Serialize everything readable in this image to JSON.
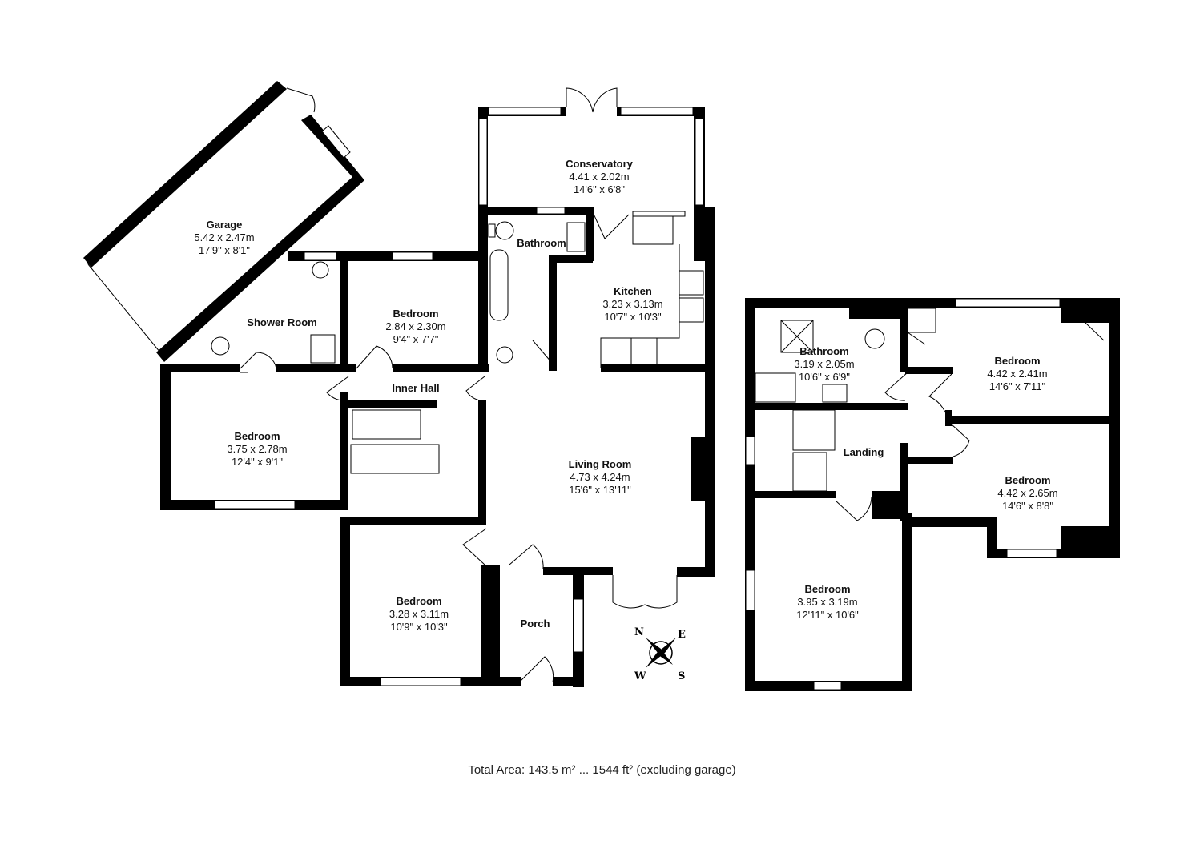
{
  "rooms": {
    "garage": {
      "name": "Garage",
      "metric": "5.42 x 2.47m",
      "imperial": "17'9\" x 8'1\""
    },
    "conservatory": {
      "name": "Conservatory",
      "metric": "4.41 x 2.02m",
      "imperial": "14'6\" x 6'8\""
    },
    "bathroom_ground": {
      "name": "Bathroom"
    },
    "shower_room": {
      "name": "Shower Room"
    },
    "bedroom_small": {
      "name": "Bedroom",
      "metric": "2.84 x 2.30m",
      "imperial": "9'4\" x 7'7\""
    },
    "kitchen": {
      "name": "Kitchen",
      "metric": "3.23 x 3.13m",
      "imperial": "10'7\" x 10'3\""
    },
    "inner_hall": {
      "name": "Inner Hall"
    },
    "bedroom_left": {
      "name": "Bedroom",
      "metric": "3.75 x 2.78m",
      "imperial": "12'4\" x 9'1\""
    },
    "living_room": {
      "name": "Living Room",
      "metric": "4.73 x 4.24m",
      "imperial": "15'6\" x 13'11\""
    },
    "bedroom_front": {
      "name": "Bedroom",
      "metric": "3.28 x 3.11m",
      "imperial": "10'9\" x 10'3\""
    },
    "porch": {
      "name": "Porch"
    },
    "bathroom_first": {
      "name": "Bathroom",
      "metric": "3.19 x 2.05m",
      "imperial": "10'6\" x 6'9\""
    },
    "bedroom_first_1": {
      "name": "Bedroom",
      "metric": "4.42 x 2.41m",
      "imperial": "14'6\" x 7'11\""
    },
    "landing": {
      "name": "Landing"
    },
    "bedroom_first_2": {
      "name": "Bedroom",
      "metric": "4.42 x 2.65m",
      "imperial": "14'6\" x 8'8\""
    },
    "bedroom_first_3": {
      "name": "Bedroom",
      "metric": "3.95 x 3.19m",
      "imperial": "12'11\" x 10'6\""
    }
  },
  "compass": {
    "n": "N",
    "e": "E",
    "s": "S",
    "w": "W"
  },
  "total_area": "Total Area: 143.5 m² ... 1544 ft² (excluding garage)",
  "colors": {
    "wall": "#000000",
    "background": "#ffffff"
  }
}
